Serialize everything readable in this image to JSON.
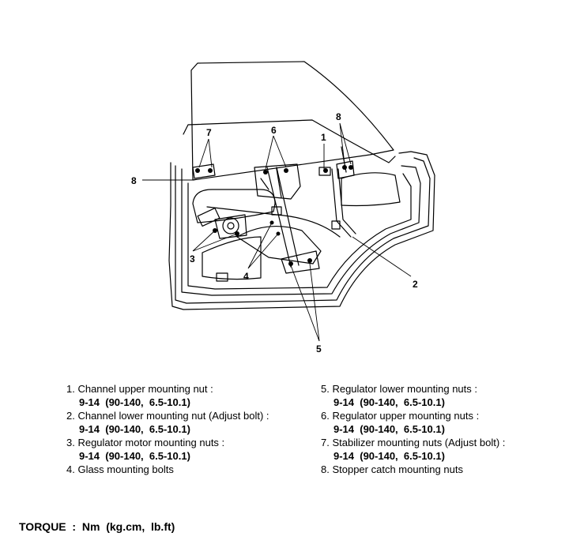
{
  "callouts": [
    "1",
    "2",
    "3",
    "4",
    "5",
    "6",
    "7",
    "8"
  ],
  "legend": [
    {
      "label": "1. Channel upper mounting nut :",
      "torque": "9-14  (90-140,  6.5-10.1)"
    },
    {
      "label": "2. Channel lower mounting nut (Adjust bolt) :",
      "torque": "9-14  (90-140,  6.5-10.1)"
    },
    {
      "label": "3. Regulator motor mounting nuts :",
      "torque": "9-14  (90-140,  6.5-10.1)"
    },
    {
      "label": "4. Glass mounting bolts",
      "torque": ""
    },
    {
      "label": "5. Regulator lower mounting nuts :",
      "torque": "9-14  (90-140,  6.5-10.1)"
    },
    {
      "label": "6. Regulator upper mounting nuts :",
      "torque": "9-14  (90-140,  6.5-10.1)"
    },
    {
      "label": "7. Stabilizer mounting nuts (Adjust bolt) :",
      "torque": "9-14  (90-140,  6.5-10.1)"
    },
    {
      "label": "8. Stopper catch mounting nuts",
      "torque": ""
    }
  ],
  "footer": {
    "torque_units": "TORQUE  :  Nm  (kg.cm,  lb.ft)"
  }
}
